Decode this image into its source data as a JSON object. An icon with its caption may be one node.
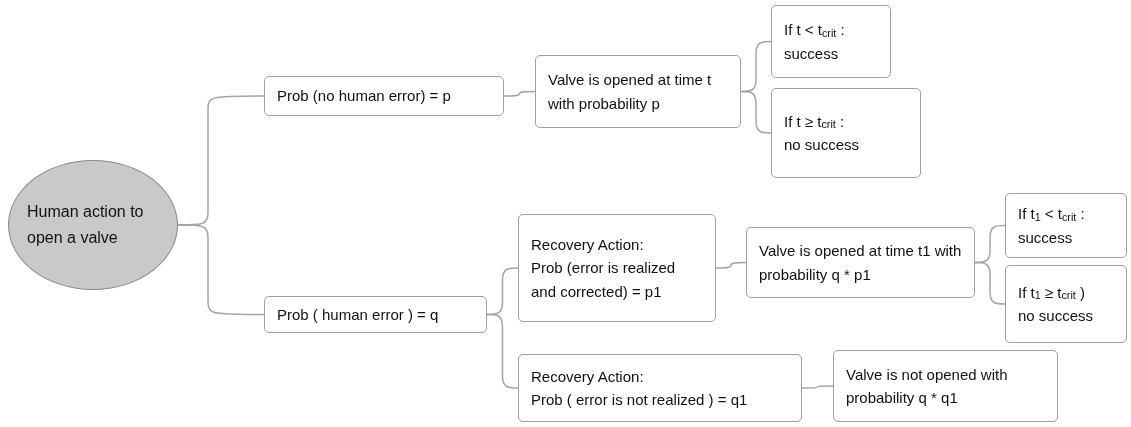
{
  "diagram": {
    "nodes": [
      {
        "text": [
          "Human action to open a valve"
        ]
      },
      {
        "text": [
          "Prob (no human error) = p"
        ]
      },
      {
        "text": [
          "Valve is opened at time t with probability p"
        ]
      },
      {
        "text": [
          "If t < t$_{crit}$ :",
          "success"
        ]
      },
      {
        "text": [
          "If t ≥ t$_{crit}$ :",
          "no success"
        ]
      },
      {
        "text": [
          "Prob ( human error ) = q"
        ]
      },
      {
        "text": [
          "Recovery Action:",
          "Prob (error is realized and corrected) = p1"
        ]
      },
      {
        "text": [
          "Valve is opened at time t1 with probability q * p1"
        ]
      },
      {
        "text": [
          "If t$_{1}$ < t$_{crit}$ :",
          "success"
        ]
      },
      {
        "text": [
          "If t$_{1}$ ≥ t$_{crit}$ )",
          "no success"
        ]
      },
      {
        "text": [
          "Recovery Action:",
          "Prob ( error is not realized ) = q1"
        ]
      },
      {
        "text": [
          "Valve is not opened with probability q * q1"
        ]
      }
    ],
    "edges": [
      {
        "from": 0,
        "to": 1,
        "arrow": "none"
      },
      {
        "from": 0,
        "to": 5,
        "arrow": "none"
      },
      {
        "from": 1,
        "to": 2,
        "arrow": "none"
      },
      {
        "from": 2,
        "to": 3,
        "arrow": "none"
      },
      {
        "from": 2,
        "to": 4,
        "arrow": "none"
      },
      {
        "from": 5,
        "to": 6,
        "arrow": "none"
      },
      {
        "from": 5,
        "to": 10,
        "arrow": "none"
      },
      {
        "from": 6,
        "to": 7,
        "arrow": "none"
      },
      {
        "from": 7,
        "to": 8,
        "arrow": "none"
      },
      {
        "from": 7,
        "to": 9,
        "arrow": "none"
      },
      {
        "from": 10,
        "to": 11,
        "arrow": "none"
      }
    ]
  }
}
